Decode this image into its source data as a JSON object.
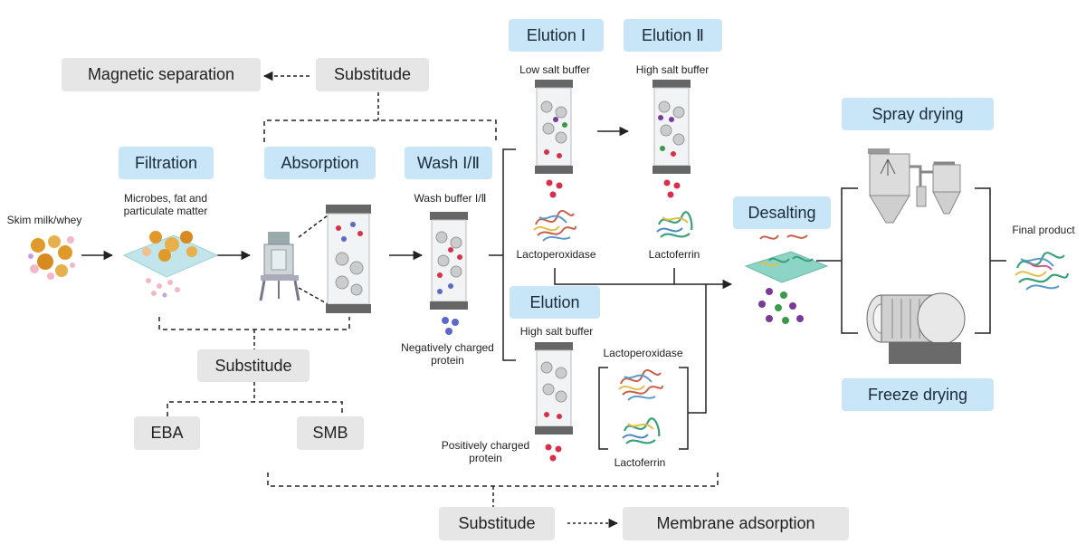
{
  "labels": {
    "magnetic_separation": "Magnetic separation",
    "substitude_top": "Substitude",
    "filtration": "Filtration",
    "absorption": "Absorption",
    "wash": "Wash I/Ⅱ",
    "elution1": "Elution Ⅰ",
    "elution2": "Elution Ⅱ",
    "elution": "Elution",
    "spray_drying": "Spray drying",
    "desalting": "Desalting",
    "freeze_drying": "Freeze drying",
    "substitude_mid": "Substitude",
    "eba": "EBA",
    "smb": "SMB",
    "substitude_bottom": "Substitude",
    "membrane_adsorption": "Membrane adsorption"
  },
  "text": {
    "skim_milk": "Skim milk/whey",
    "microbes": "Microbes, fat and\nparticulate matter",
    "wash_buffer": "Wash buffer I/Ⅱ",
    "neg_protein": "Negatively charged\nprotein",
    "low_salt": "Low salt buffer",
    "high_salt_1": "High salt buffer",
    "lactoperoxidase_1": "Lactoperoxidase",
    "lactoferrin_1": "Lactoferrin",
    "high_salt_2": "High salt buffer",
    "lactoperoxidase_2": "Lactoperoxidase",
    "lactoferrin_2": "Lactoferrin",
    "pos_protein": "Positively charged\nprotein",
    "final_product": "Final product"
  },
  "colors": {
    "grey_box": "#e6e6e6",
    "blue_box": "#c9e6f8",
    "line": "#222222",
    "positive_bead": "#d9304a",
    "negative_bead": "#5a6ac8",
    "fat_globule": "#e09a2a",
    "desalting_bead_purple": "#7a3a9a",
    "desalting_bead_green": "#3a9a4a"
  },
  "icons": {
    "chromatography_column": "column-icon",
    "filter_membrane": "filter-icon",
    "absorption_apparatus": "apparatus-icon",
    "spray_dryer": "spray-dryer-icon",
    "freeze_dryer": "freeze-dryer-icon",
    "protein_structure": "protein-icon"
  }
}
